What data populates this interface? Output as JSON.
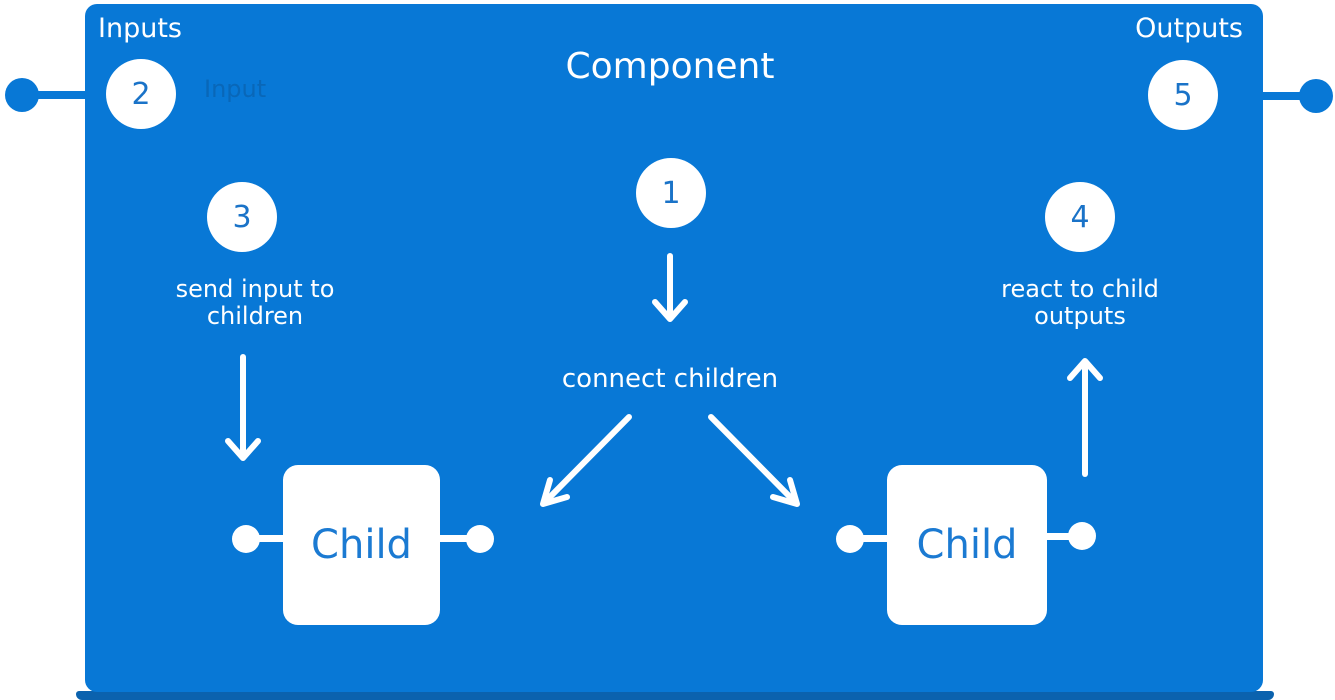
{
  "diagram": {
    "title": "Component",
    "inputs_label": "Inputs",
    "outputs_label": "Outputs",
    "faint_port_label": "Input",
    "steps": {
      "s1": {
        "number": "1",
        "label": "connect children"
      },
      "s2": {
        "number": "2"
      },
      "s3": {
        "number": "3",
        "label": "send input to children"
      },
      "s4": {
        "number": "4",
        "label": "react to child outputs"
      },
      "s5": {
        "number": "5"
      }
    },
    "children": {
      "left": {
        "label": "Child"
      },
      "right": {
        "label": "Child"
      }
    },
    "colors": {
      "component_fill": "#0878d6",
      "component_base": "#0b62ae",
      "number_text": "#1a73c8",
      "child_text": "#1b7ad2",
      "faint_label": "#0967b8"
    }
  }
}
